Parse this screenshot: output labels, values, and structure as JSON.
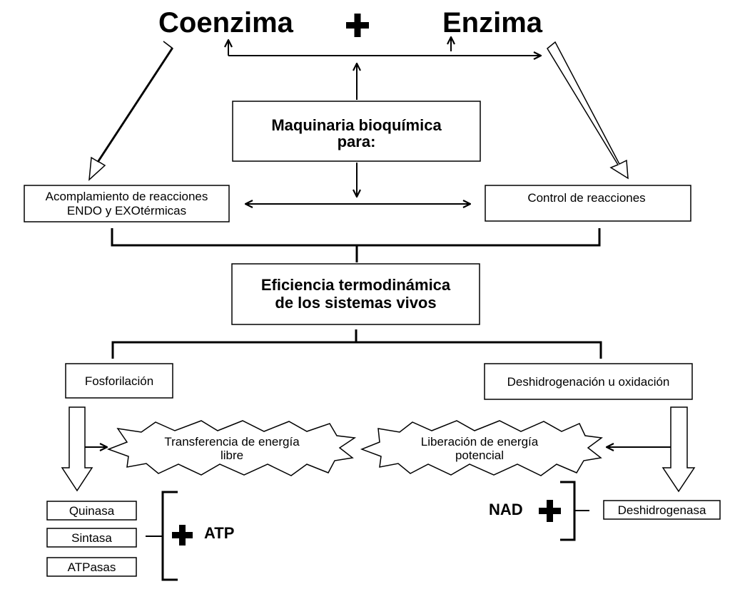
{
  "header": {
    "coenzyme": "Coenzima",
    "enzyme": "Enzima"
  },
  "center": {
    "machinery_line1": "Maquinaria bioquímica",
    "machinery_line2": "para:"
  },
  "side_boxes": {
    "coupling_line1": "Acomplamiento de reacciones",
    "coupling_line2": "ENDO y EXOtérmicas",
    "control": "Control de reacciones"
  },
  "efficiency": {
    "line1": "Eficiencia termodinámica",
    "line2": "de los sistemas vivos"
  },
  "branches": {
    "phosphorylation": "Fosforilación",
    "dehydrogenation": "Deshidrogenación u oxidación"
  },
  "bursts": {
    "transfer_line1": "Transferencia de energía",
    "transfer_line2": "libre",
    "release_line1": "Liberación de energía",
    "release_line2": "potencial"
  },
  "enzymes_left": [
    "Quinasa",
    "Sintasa",
    "ATPasas"
  ],
  "atp_label": "ATP",
  "nad_label": "NAD",
  "enzyme_right": "Deshidrogenasa"
}
